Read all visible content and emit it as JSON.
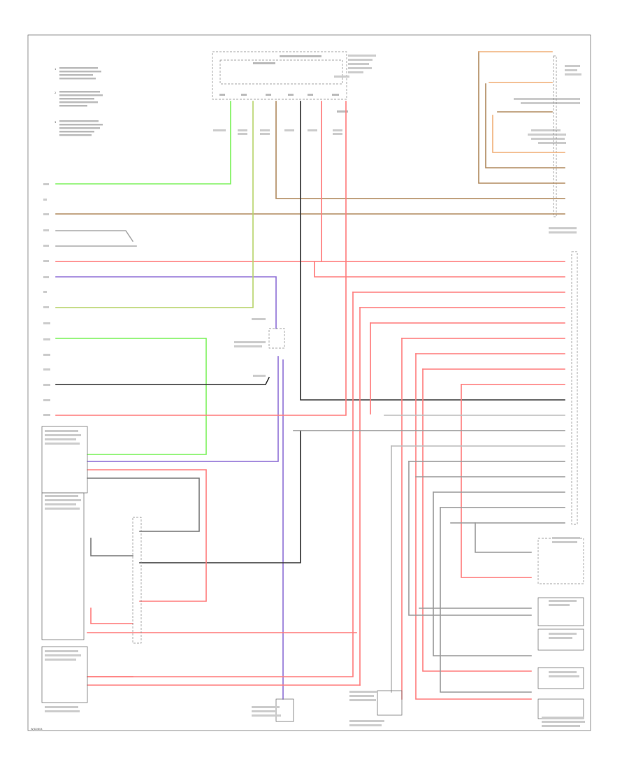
{
  "diagram_id": "W/D0804",
  "colors": {
    "green": "#7cf25c",
    "tan": "#b08a5f",
    "red": "#ff7b7b",
    "purple": "#8d6fd6",
    "yellow_green": "#b7d36a",
    "gray": "#b5b5b5",
    "black": "#333333",
    "orange": "#f0b07a"
  },
  "icons": [
    "ground-symbol",
    "splice-point",
    "connector-pin"
  ]
}
